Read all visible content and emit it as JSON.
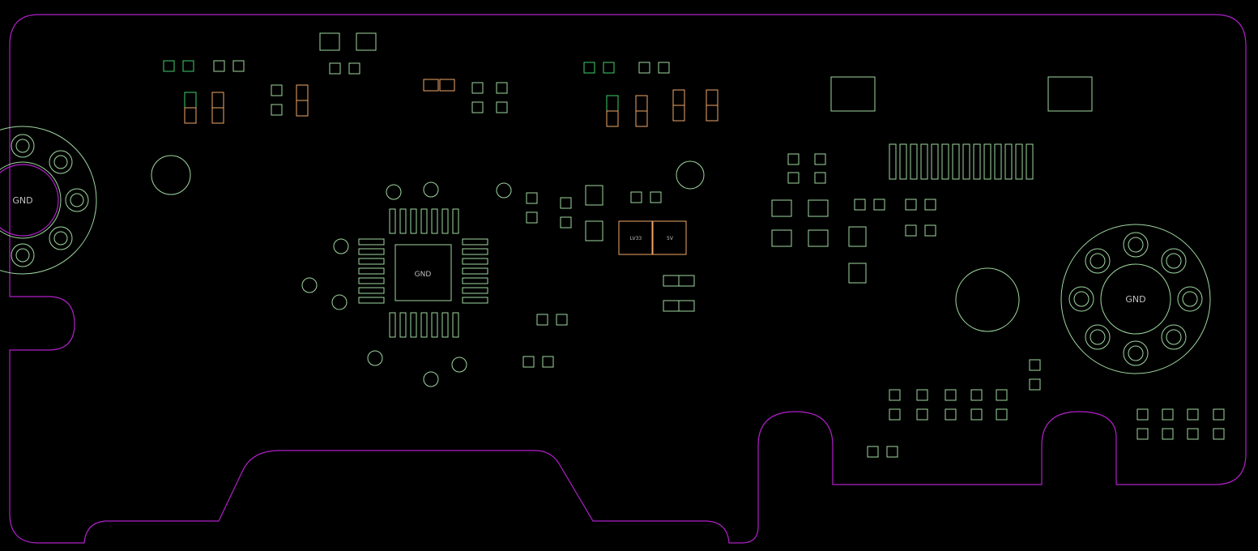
{
  "colors": {
    "background": "#000000",
    "board_outline": "#b020c8",
    "copper_pad": "#9fd8a0",
    "pad_green": "#3fcf6a",
    "pad_orange": "#f0a868",
    "label_text": "#bfbfbf"
  },
  "labels": {
    "gnd_left": "GND",
    "gnd_center": "GND",
    "gnd_right": "GND",
    "comp_label_a": "LV33",
    "comp_label_b": "5V"
  }
}
